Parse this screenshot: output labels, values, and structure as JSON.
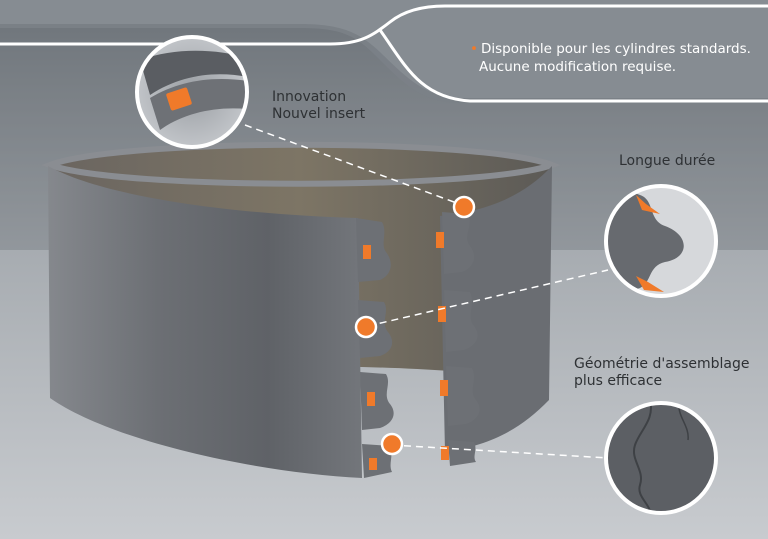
{
  "banner": {
    "bullet": "•",
    "line1": "Disponible pour les cylindres standards.",
    "line2": "Aucune modification requise."
  },
  "callouts": {
    "innovation": {
      "line1": "Innovation",
      "line2": "Nouvel insert"
    },
    "longue_duree": {
      "line1": "Longue durée"
    },
    "geometrie": {
      "line1": "Géométrie d'assemblage",
      "line2": "plus efficace"
    }
  },
  "colors": {
    "background_top": "#6f757b",
    "background_bottom": "#c9ccd0",
    "sleeve_gray": "#6b6e73",
    "insert_orange": "#f07a2a",
    "banner_text": "#ffffff",
    "caption_text": "#2e3134"
  }
}
